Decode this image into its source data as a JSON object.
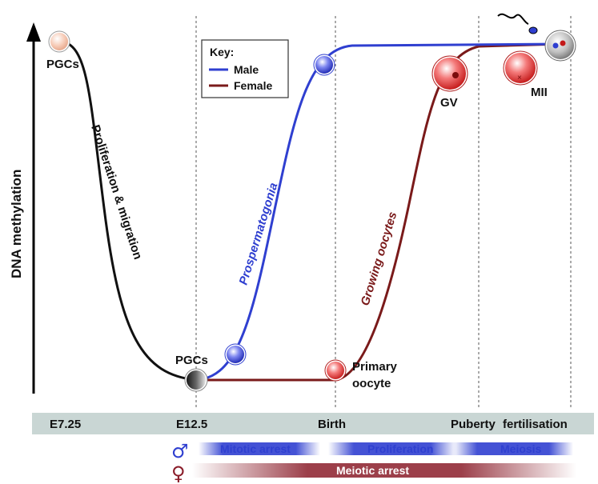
{
  "diagram": {
    "y_axis_label": "DNA methylation",
    "key": {
      "title": "Key:",
      "entries": [
        {
          "label": "Male",
          "color": "#2f3fd0"
        },
        {
          "label": "Female",
          "color": "#7a1a1a"
        }
      ]
    },
    "stage_labels": {
      "pgcs_start": "PGCs",
      "pgcs_low": "PGCs",
      "primary_oocyte_line1": "Primary",
      "primary_oocyte_line2": "oocyte",
      "gv": "GV",
      "mii": "MII"
    },
    "phase_labels": {
      "proliferation_migration": "Proliferation & migration",
      "prospermatogonia": "Prospermatogonia",
      "growing_oocytes": "Growing oocytes"
    },
    "timeline": [
      "E7.25",
      "E12.5",
      "Birth",
      "Puberty",
      "fertilisation"
    ],
    "male_symbol": "♂",
    "female_symbol": "♀",
    "male_phases": [
      "Mitotic arrest",
      "Proliferation",
      "Meiosis"
    ],
    "female_phases": [
      "Meiotic arrest"
    ],
    "colors": {
      "male": "#2f3fd0",
      "female": "#7a1a1a",
      "common": "#111111",
      "timeline_bar": "#c9d6d4"
    }
  }
}
